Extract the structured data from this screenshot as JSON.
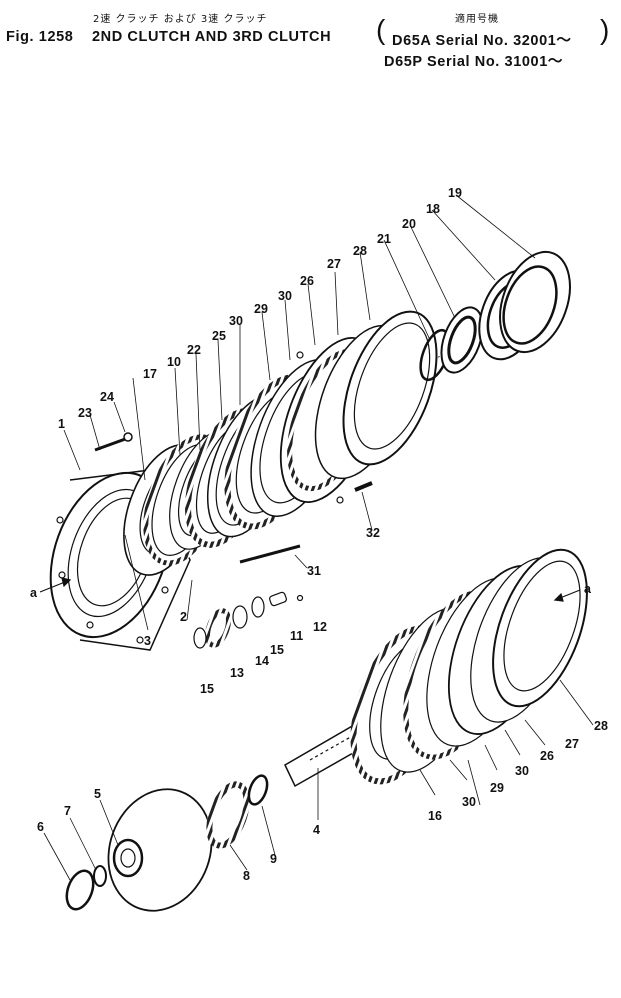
{
  "header": {
    "fig_label": "Fig. 1258",
    "jp_title": "2速 クラッチ および 3速 クラッチ",
    "en_title": "2ND CLUTCH AND 3RD CLUTCH",
    "jp_applicability": "適用号機",
    "serial_lines": [
      "D65A Serial No. 32001～",
      "D65P Serial No. 31001～"
    ]
  },
  "direction_markers": {
    "left": "a",
    "right": "a"
  },
  "parts": [
    "1",
    "2",
    "3",
    "4",
    "5",
    "6",
    "7",
    "8",
    "9",
    "10",
    "11",
    "12",
    "13",
    "14",
    "15",
    "15",
    "16",
    "17",
    "18",
    "19",
    "20",
    "21",
    "22",
    "23",
    "24",
    "25",
    "26",
    "26",
    "27",
    "27",
    "28",
    "28",
    "29",
    "29",
    "30",
    "30",
    "30",
    "30",
    "31",
    "32"
  ]
}
